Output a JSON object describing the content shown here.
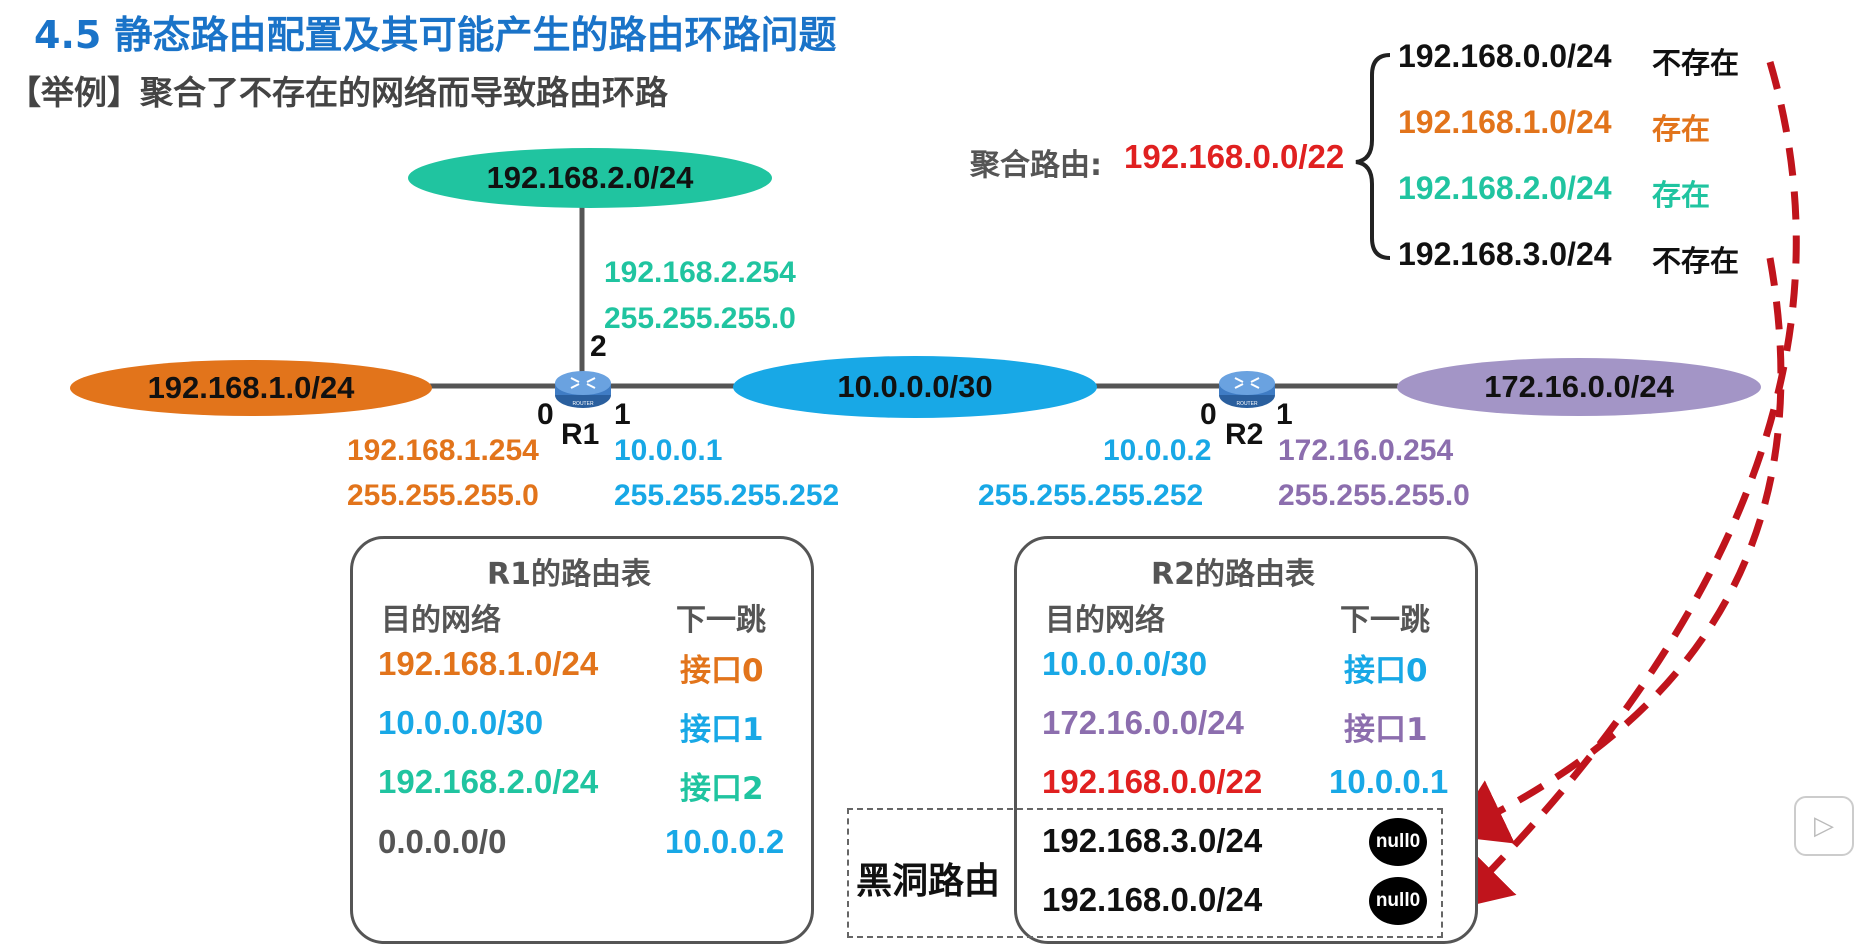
{
  "title": "4.5  静态路由配置及其可能产生的路由环路问题",
  "subtitle": "【举例】聚合了不存在的网络而导致路由环路",
  "colors": {
    "orange": "#e2741b",
    "teal": "#20c4a0",
    "blue": "#18a8e6",
    "purple": "#8c6eae",
    "red": "#e02020",
    "dark": "#222222",
    "arrow": "#c0141c"
  },
  "networks": {
    "top": "192.168.2.0/24",
    "left": "192.168.1.0/24",
    "middle": "10.0.0.0/30",
    "right": "172.16.0.0/24"
  },
  "routers": {
    "r1": {
      "name": "R1",
      "if0": "0",
      "if1": "1",
      "if2": "2"
    },
    "r2": {
      "name": "R2",
      "if0": "0",
      "if1": "1"
    }
  },
  "interfaces": {
    "r1_if2_ip": "192.168.2.254",
    "r1_if2_mask": "255.255.255.0",
    "r1_if0_ip": "192.168.1.254",
    "r1_if0_mask": "255.255.255.0",
    "r1_if1_ip": "10.0.0.1",
    "r1_if1_mask": "255.255.255.252",
    "r2_if0_ip": "10.0.0.2",
    "r2_if0_mask": "255.255.255.252",
    "r2_if1_ip": "172.16.0.254",
    "r2_if1_mask": "255.255.255.0"
  },
  "aggregate": {
    "label": "聚合路由:",
    "value": "192.168.0.0/22",
    "items": [
      {
        "net": "192.168.0.0/24",
        "status": "不存在"
      },
      {
        "net": "192.168.1.0/24",
        "status": "存在"
      },
      {
        "net": "192.168.2.0/24",
        "status": "存在"
      },
      {
        "net": "192.168.3.0/24",
        "status": "不存在"
      }
    ]
  },
  "r1_table": {
    "title": "R1的路由表",
    "col_dest": "目的网络",
    "col_hop": "下一跳",
    "rows": [
      {
        "dest": "192.168.1.0/24",
        "hop": "接口0"
      },
      {
        "dest": "10.0.0.0/30",
        "hop": "接口1"
      },
      {
        "dest": "192.168.2.0/24",
        "hop": "接口2"
      },
      {
        "dest": "0.0.0.0/0",
        "hop": "10.0.0.2"
      }
    ]
  },
  "r2_table": {
    "title": "R2的路由表",
    "col_dest": "目的网络",
    "col_hop": "下一跳",
    "rows": [
      {
        "dest": "10.0.0.0/30",
        "hop": "接口0"
      },
      {
        "dest": "172.16.0.0/24",
        "hop": "接口1"
      },
      {
        "dest": "192.168.0.0/22",
        "hop": "10.0.0.1"
      },
      {
        "dest": "192.168.3.0/24",
        "hop": "null0"
      },
      {
        "dest": "192.168.0.0/24",
        "hop": "null0"
      }
    ]
  },
  "blackhole_label": "黑洞路由",
  "icons": {
    "router": "router-icon",
    "play": "play-icon"
  },
  "router_badge": "ROUTER"
}
